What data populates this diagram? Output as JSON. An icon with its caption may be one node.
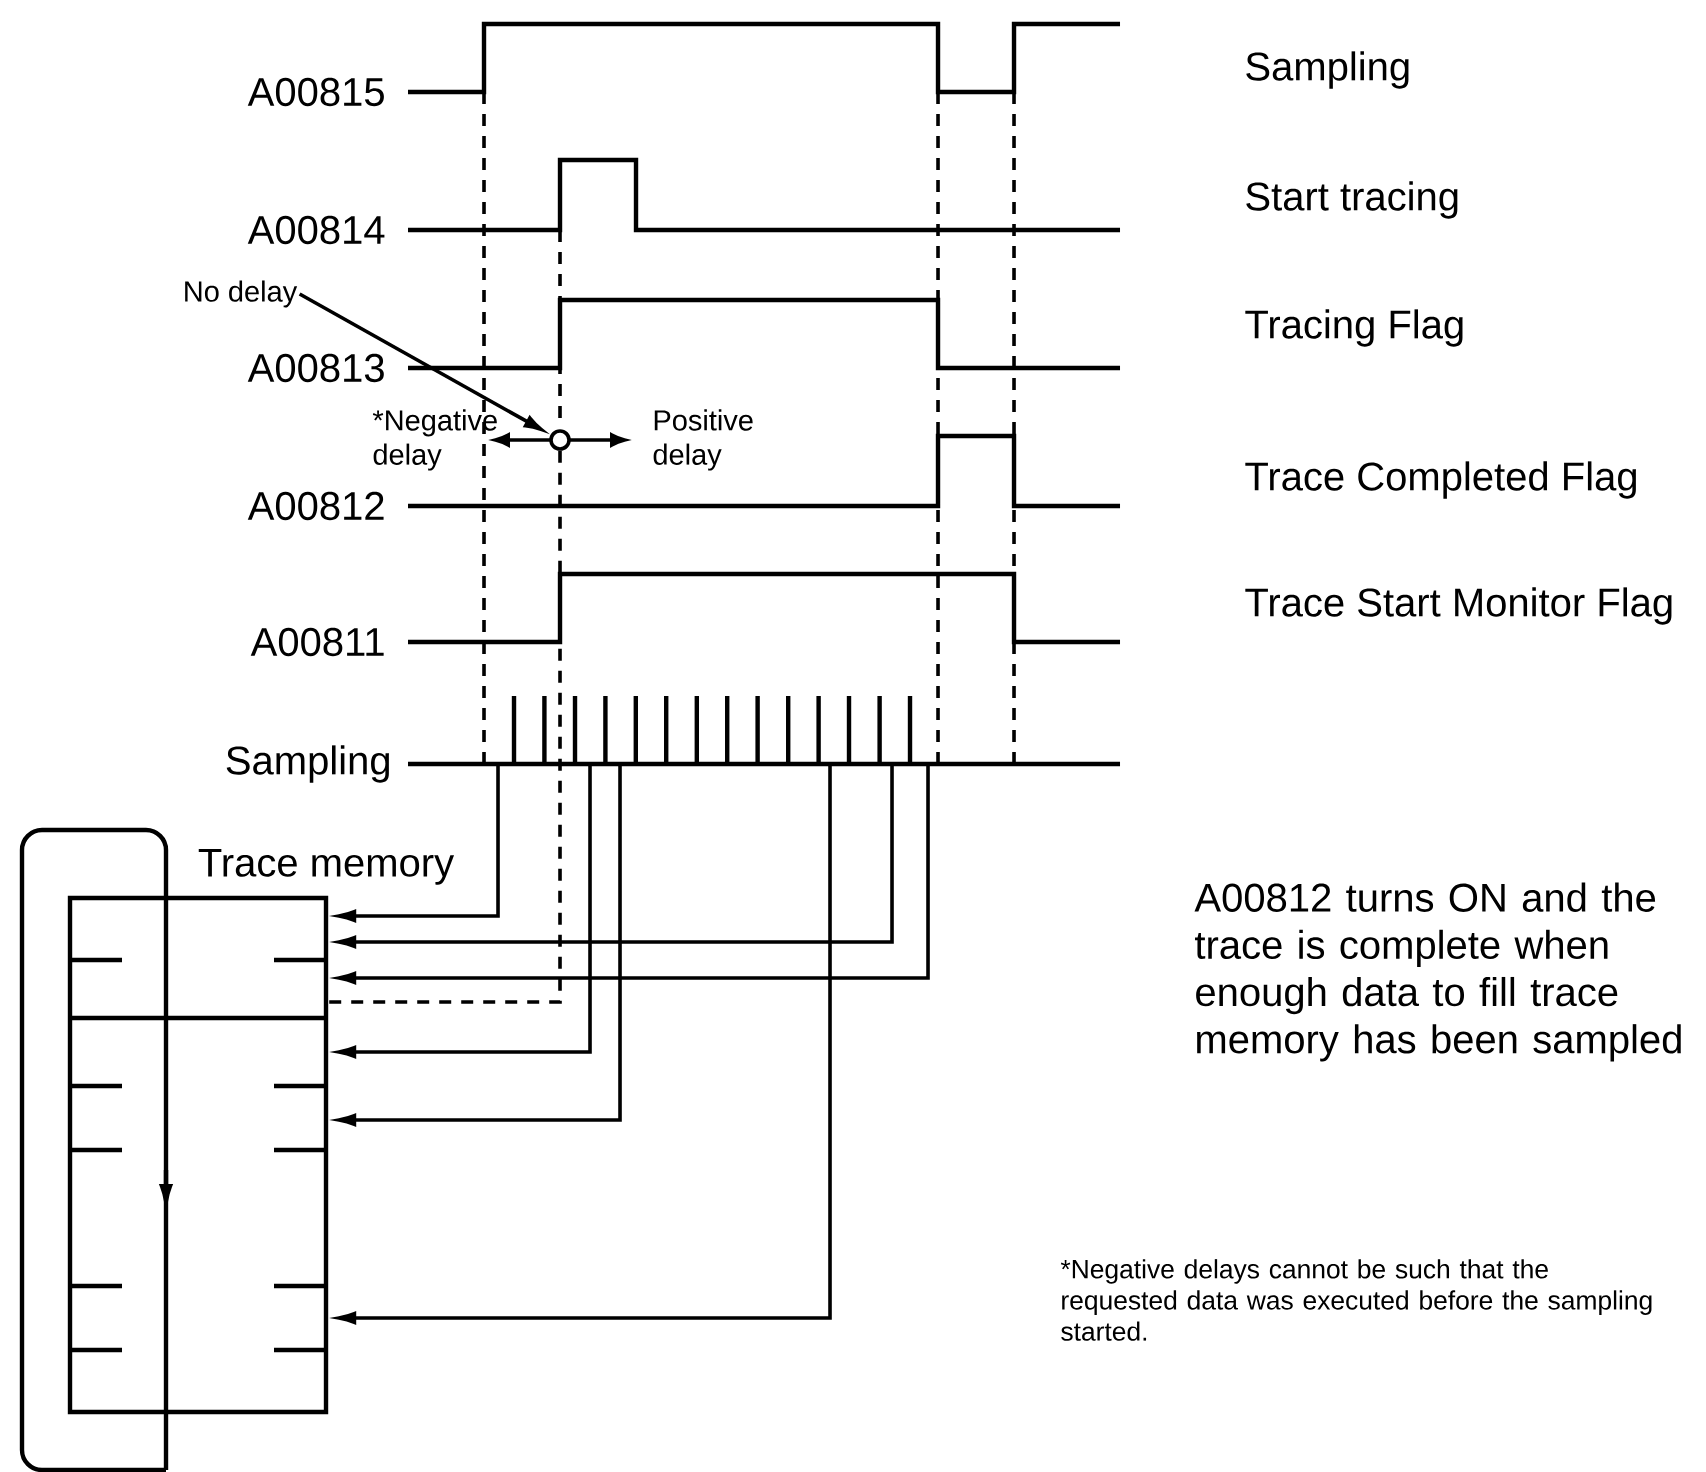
{
  "diagram": {
    "nodes": [
      {
        "text": [
          "No delay"
        ]
      },
      {
        "text": [],
        "shape": "circle"
      },
      {
        "text": [],
        "shape": "picture"
      },
      {
        "text": [
          "Trace memory"
        ]
      }
    ],
    "edges": [
      {
        "from": 0,
        "to": 1,
        "arrow": "to"
      },
      {
        "from": 2,
        "to": 3,
        "arrow": "to"
      },
      {
        "from": 2,
        "to": 3,
        "arrow": "to"
      },
      {
        "from": 2,
        "to": 3,
        "arrow": "to"
      },
      {
        "from": 2,
        "to": 3,
        "arrow": "to"
      },
      {
        "from": 2,
        "to": 3,
        "arrow": "to"
      },
      {
        "from": 2,
        "to": 3,
        "arrow": "to"
      },
      {
        "from": 1,
        "to": 3,
        "arrow": "none",
        "style": "dashed"
      }
    ],
    "labels": [
      "A00815",
      "Sampling",
      "A00814",
      "Start tracing",
      "A00813",
      "Tracing Flag",
      "*Negative delay",
      "Positive delay",
      "A00812",
      "Trace Completed Flag",
      "A00811",
      "Trace Start Monitor Flag",
      "Sampling",
      "A00812 turns ON and the trace is complete when enough data to fill trace memory has been sampled",
      "*Negative delays cannot be such that the requested data was executed before the sampling started."
    ]
  }
}
